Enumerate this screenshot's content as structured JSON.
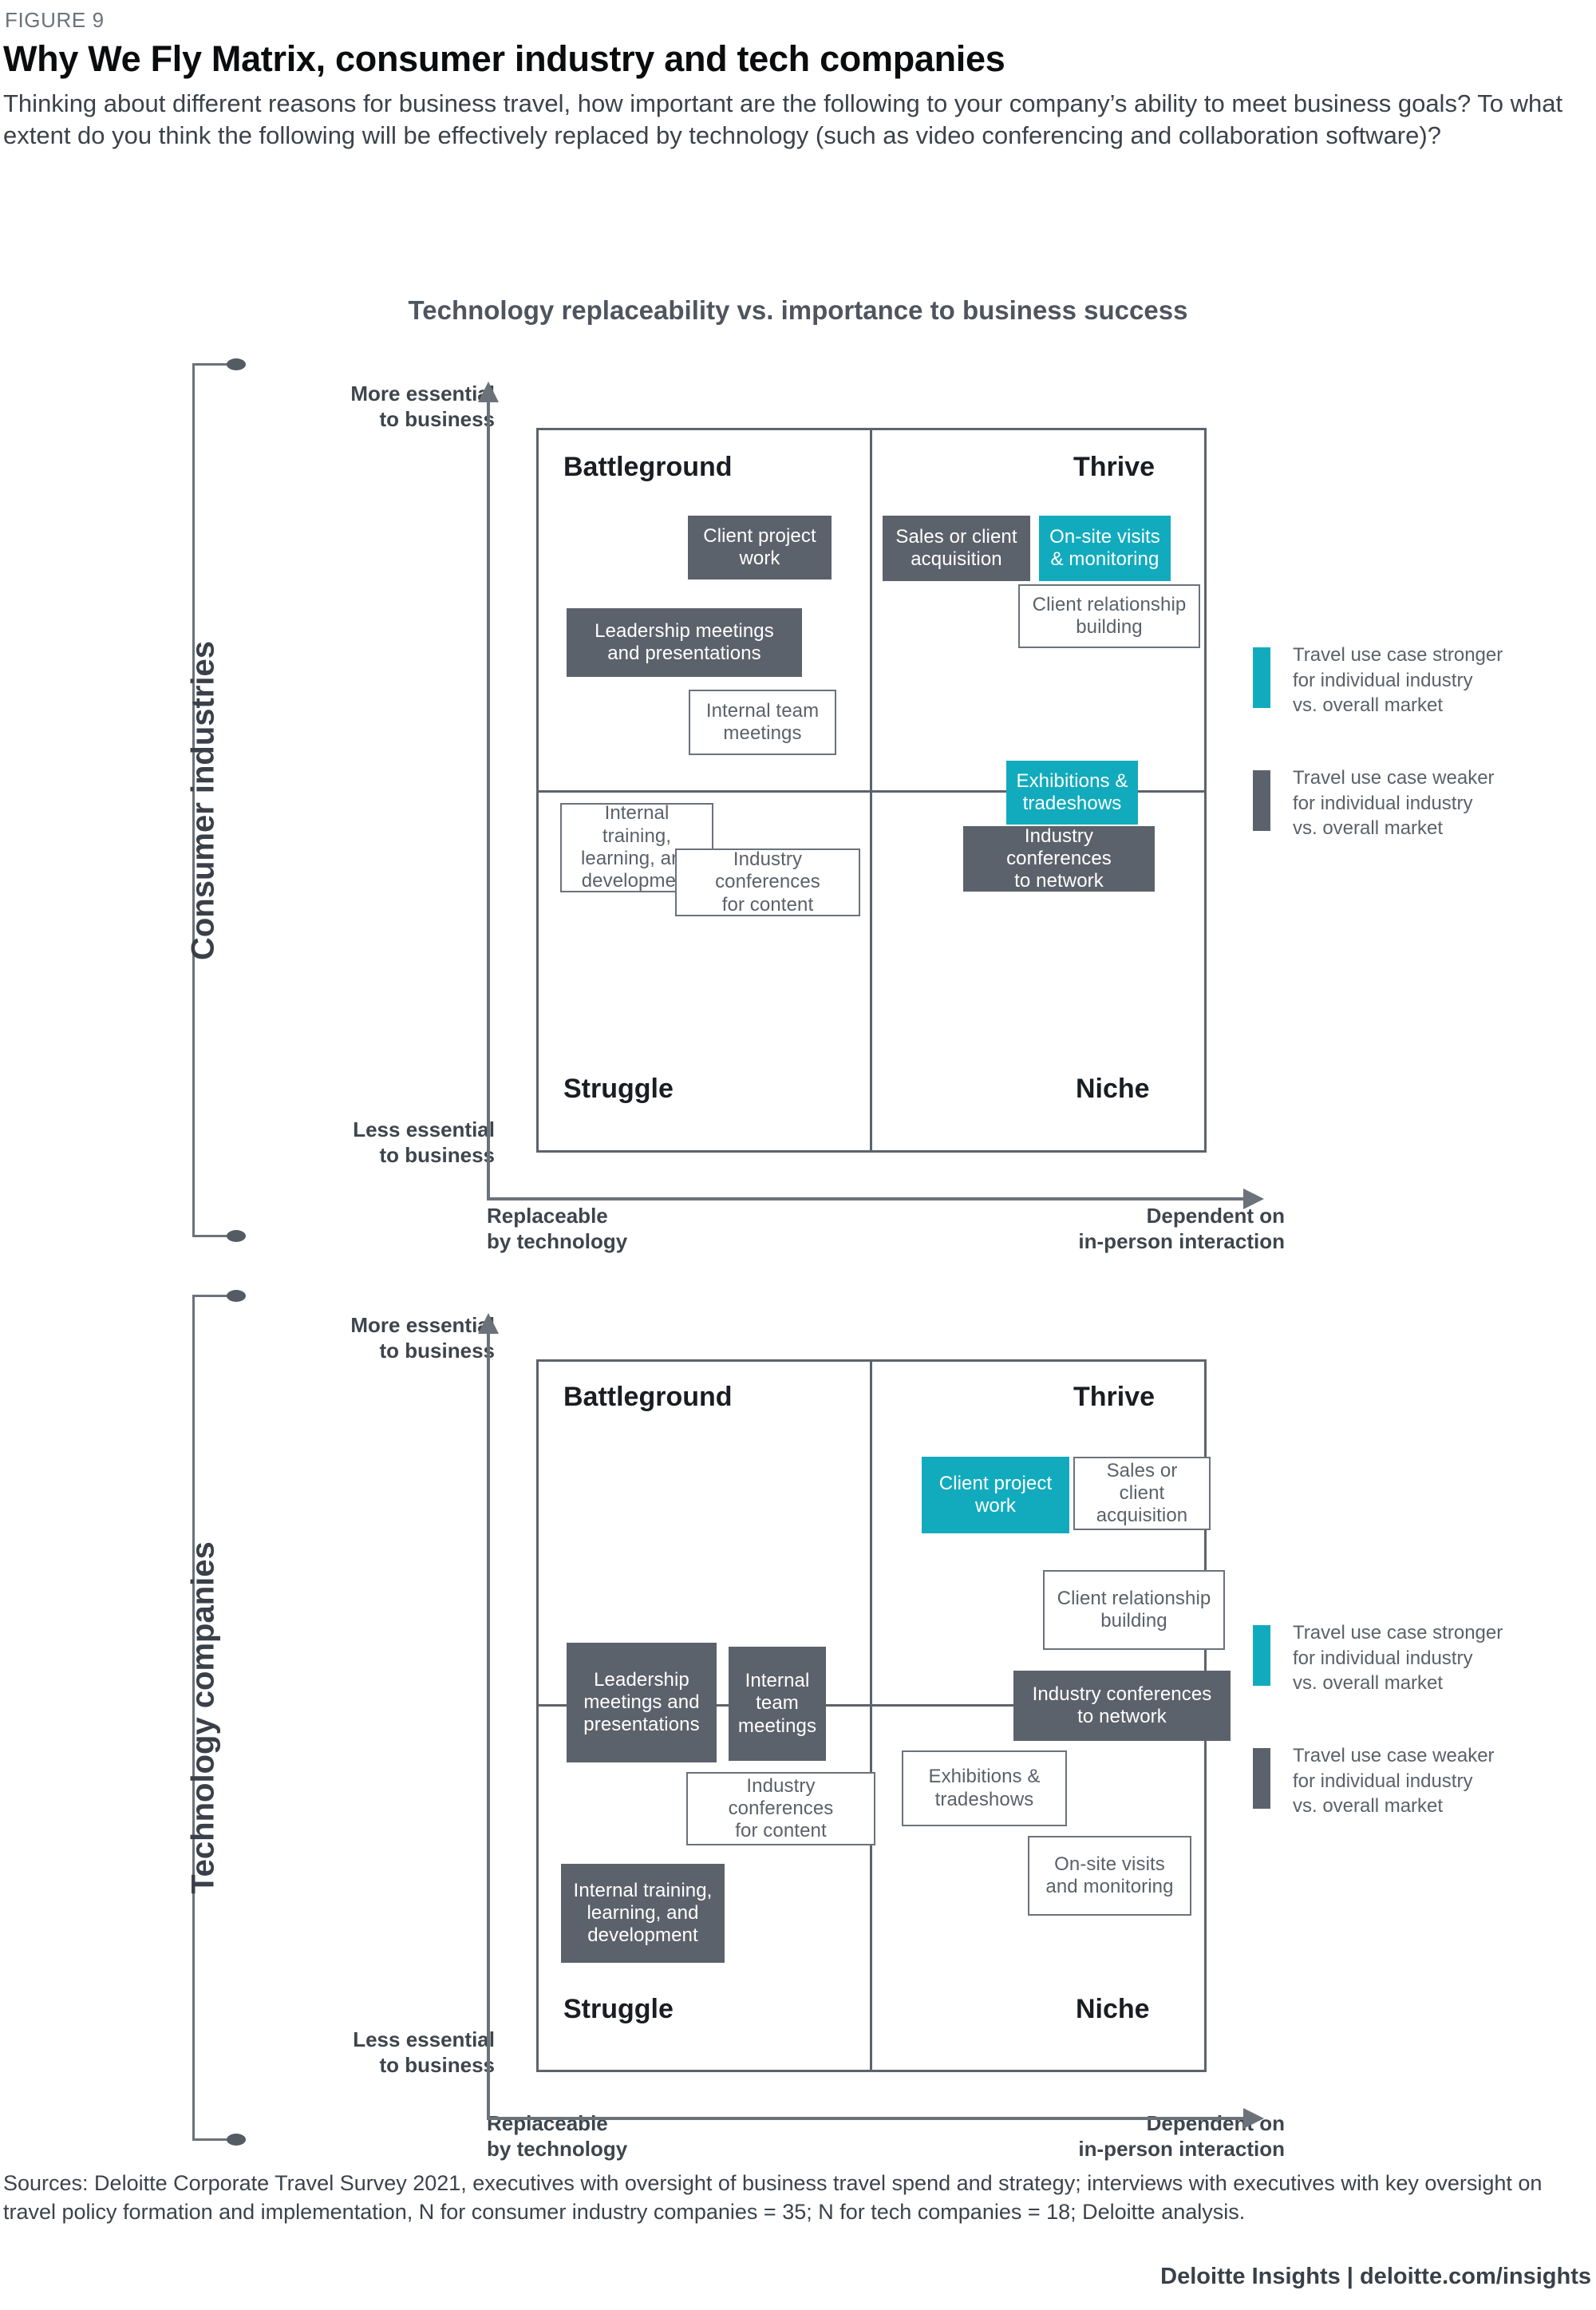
{
  "figure": {
    "label": "FIGURE 9",
    "title": "Why We Fly Matrix, consumer industry and tech companies",
    "subtitle": "Thinking about different reasons for business travel, how important are the following to your company’s ability to meet business goals? To what extent do you think the following will be effectively replaced by technology (such as video conferencing and collaboration software)?",
    "chart_title": "Technology replaceability vs. importance to business success"
  },
  "axes": {
    "y_top": "More essential\nto business",
    "y_bottom": "Less essential\nto business",
    "x_left": "Replaceable\nby technology",
    "x_right": "Dependent on\nin-person interaction"
  },
  "quadrants": {
    "top_left": "Battleground",
    "top_right": "Thrive",
    "bottom_left": "Struggle",
    "bottom_right": "Niche"
  },
  "legend": {
    "stronger": "Travel use case stronger\nfor individual industry\nvs. overall market",
    "weaker": "Travel use case weaker\nfor individual industry\nvs. overall market",
    "stronger_color": "#12ABBE",
    "weaker_color": "#5c626b"
  },
  "panels": [
    {
      "group_label": "Consumer industries"
    },
    {
      "group_label": "Technology companies"
    }
  ],
  "footer": {
    "sources": "Sources: Deloitte Corporate Travel Survey 2021, executives with oversight of business travel spend and strategy; interviews with executives with key oversight on travel policy formation and implementation, N for consumer industry companies = 35; N for tech companies = 18;  Deloitte analysis.",
    "brand": "Deloitte Insights | deloitte.com/insights"
  },
  "chart_data": {
    "type": "scatter",
    "title": "Technology replaceability vs. importance to business success",
    "xlabel": "Replaceable by technology → Dependent on in-person interaction",
    "ylabel": "Less essential to business → More essential to business",
    "grid": true,
    "legend_position": "right",
    "quadrants": [
      "Battleground",
      "Thrive",
      "Struggle",
      "Niche"
    ],
    "panels": [
      {
        "name": "Consumer industries",
        "n": 35,
        "points": [
          {
            "label": "Client project work",
            "quadrant": "Battleground",
            "style": "weaker"
          },
          {
            "label": "Leadership meetings and presentations",
            "quadrant": "Battleground",
            "style": "weaker"
          },
          {
            "label": "Internal team meetings",
            "quadrant": "Battleground",
            "style": "neutral"
          },
          {
            "label": "Sales or client acquisition",
            "quadrant": "Thrive",
            "style": "weaker"
          },
          {
            "label": "On-site visits & monitoring",
            "quadrant": "Thrive",
            "style": "stronger"
          },
          {
            "label": "Client relationship building",
            "quadrant": "Thrive",
            "style": "neutral"
          },
          {
            "label": "Exhibitions & tradeshows",
            "quadrant": "Thrive/Niche boundary",
            "style": "stronger"
          },
          {
            "label": "Industry conferences to network",
            "quadrant": "Niche",
            "style": "weaker"
          },
          {
            "label": "Internal training, learning, and development",
            "quadrant": "Struggle",
            "style": "neutral"
          },
          {
            "label": "Industry conferences for content",
            "quadrant": "Struggle",
            "style": "neutral"
          }
        ]
      },
      {
        "name": "Technology companies",
        "n": 18,
        "points": [
          {
            "label": "Client project work",
            "quadrant": "Thrive",
            "style": "stronger"
          },
          {
            "label": "Sales or client acquisition",
            "quadrant": "Thrive",
            "style": "neutral"
          },
          {
            "label": "Client relationship building",
            "quadrant": "Thrive",
            "style": "neutral"
          },
          {
            "label": "Leadership meetings and presentations",
            "quadrant": "Battleground/Struggle boundary",
            "style": "weaker"
          },
          {
            "label": "Internal team meetings",
            "quadrant": "Battleground/Struggle boundary",
            "style": "weaker"
          },
          {
            "label": "Industry conferences to network",
            "quadrant": "Thrive/Niche boundary",
            "style": "weaker"
          },
          {
            "label": "Industry conferences for content",
            "quadrant": "Struggle",
            "style": "neutral"
          },
          {
            "label": "Exhibitions & tradeshows",
            "quadrant": "Niche",
            "style": "neutral"
          },
          {
            "label": "On-site visits and monitoring",
            "quadrant": "Niche",
            "style": "neutral"
          },
          {
            "label": "Internal training, learning, and development",
            "quadrant": "Struggle",
            "style": "weaker"
          }
        ]
      }
    ]
  },
  "items": {
    "p1": {
      "client_project_work": "Client project\nwork",
      "leadership": "Leadership meetings\nand presentations",
      "internal_team": "Internal team\nmeetings",
      "sales": "Sales or client\nacquisition",
      "onsite": "On-site visits\n& monitoring",
      "client_rel": "Client relationship\nbuilding",
      "exhibitions": "Exhibitions &\ntradeshows",
      "conf_network": "Industry conferences\nto network",
      "internal_training": "Internal training,\nlearning, and\ndevelopment",
      "conf_content": "Industry conferences\nfor content"
    },
    "p2": {
      "client_project_work": "Client project\nwork",
      "sales": "Sales or client\nacquisition",
      "client_rel": "Client relationship\nbuilding",
      "leadership": "Leadership\nmeetings and\npresentations",
      "internal_team": "Internal\nteam\nmeetings",
      "conf_network": "Industry conferences\nto network",
      "conf_content": "Industry conferences\nfor content",
      "exhibitions": "Exhibitions &\ntradeshows",
      "onsite": "On-site visits\nand monitoring",
      "internal_training": "Internal training,\nlearning, and\ndevelopment"
    }
  }
}
